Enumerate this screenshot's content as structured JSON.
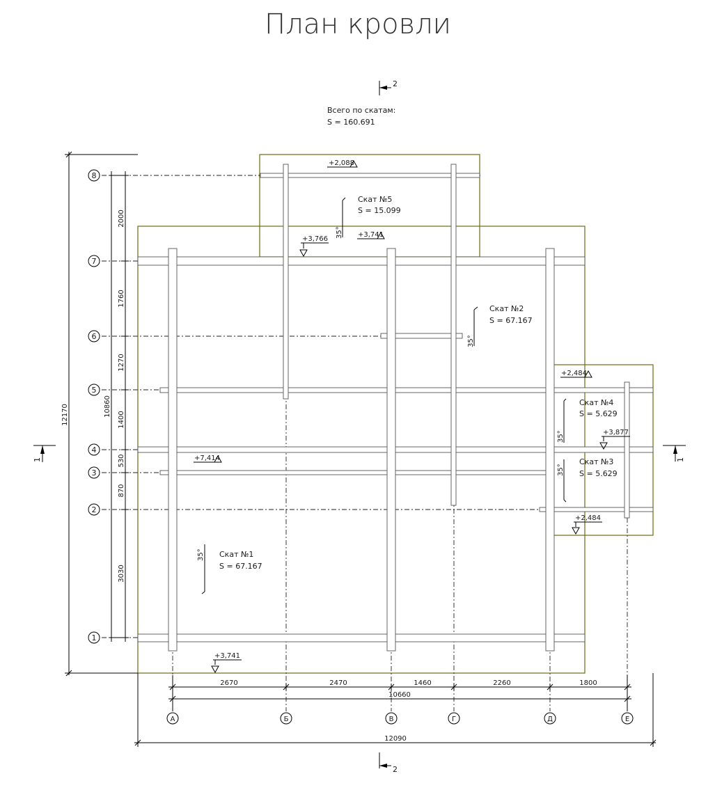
{
  "title": "План кровли",
  "summary": {
    "label": "Всего по скатам:",
    "area": "S   =  160.691"
  },
  "section_marks": {
    "top": "2",
    "bottom": "2",
    "left": "1",
    "right": "1"
  },
  "slopes": [
    {
      "name": "Скат №1",
      "area": "S   =  67.167",
      "angle": "35°"
    },
    {
      "name": "Скат №2",
      "area": "S   =  67.167",
      "angle": "35°"
    },
    {
      "name": "Скат №3",
      "area": "S   =   5.629",
      "angle": "35°"
    },
    {
      "name": "Скат №4",
      "area": "S   =   5.629",
      "angle": "35°"
    },
    {
      "name": "Скат №5",
      "area": "S   =  15.099",
      "angle": "35°"
    }
  ],
  "elevations": {
    "e1": "+2,088",
    "e2": "+3,766",
    "e3": "+3,741",
    "e4": "+2,484",
    "e5": "+3,877",
    "e6": "+7,414",
    "e7": "+2,484",
    "e8": "+3,741"
  },
  "grid_rows": [
    "8",
    "7",
    "6",
    "5",
    "4",
    "3",
    "2",
    "1"
  ],
  "grid_cols": [
    "А",
    "Б",
    "В",
    "Г",
    "Д",
    "Е"
  ],
  "dims_vertical": [
    "2000",
    "1760",
    "1270",
    "1400",
    "530",
    "870",
    "3030"
  ],
  "dims_vertical_total_inner": "10860",
  "dims_vertical_total_outer": "12170",
  "dims_horizontal": [
    "2670",
    "2470",
    "1460",
    "2260",
    "1800"
  ],
  "dims_horizontal_total_inner": "10660",
  "dims_horizontal_total_outer": "12090"
}
